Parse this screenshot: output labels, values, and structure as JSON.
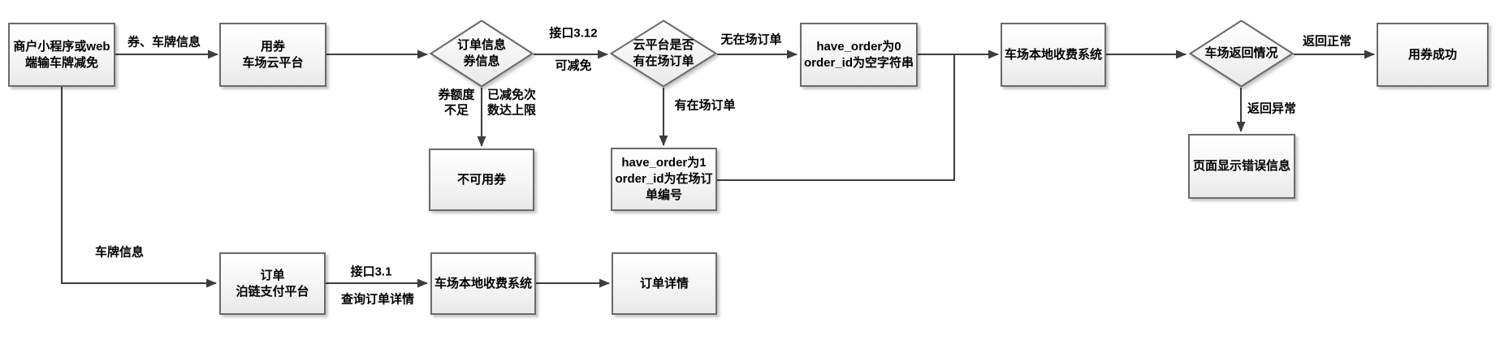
{
  "diagram": {
    "nodes": {
      "merchant": {
        "label": "商户小程序或web\n端输车牌减免"
      },
      "coupon_cloud": {
        "label": "用券\n车场云平台"
      },
      "order_info": {
        "label": "订单信息\n券信息"
      },
      "cloud_has_order": {
        "label": "云平台是否\n有在场订单"
      },
      "have_order_0": {
        "label": "have_order为0\norder_id为空字符串"
      },
      "local_fee_top": {
        "label": "车场本地收费系统"
      },
      "return_status": {
        "label": "车场返回情况"
      },
      "coupon_success": {
        "label": "用券成功"
      },
      "coupon_unavailable": {
        "label": "不可用券"
      },
      "have_order_1": {
        "label": "have_order为1\norder_id为在场订\n单编号"
      },
      "page_error": {
        "label": "页面显示错误信息"
      },
      "order_bolian": {
        "label": "订单\n泊链支付平台"
      },
      "local_fee_bottom": {
        "label": "车场本地收费系统"
      },
      "order_detail": {
        "label": "订单详情"
      }
    },
    "edge_labels": {
      "coupon_plate_info": "券、车牌信息",
      "api_3_12": "接口3.12",
      "deductible": "可减免",
      "quota_insufficient": "券额度\n不足",
      "deduction_limit_reached": "已减免次\n数达上限",
      "no_onsite_order": "无在场订单",
      "has_onsite_order": "有在场订单",
      "return_normal": "返回正常",
      "return_abnormal": "返回异常",
      "plate_info": "车牌信息",
      "api_3_1": "接口3.1",
      "query_order_detail": "查询订单详情"
    },
    "colors": {
      "node_border": "#6a6a6a",
      "node_fill_top": "#ffffff",
      "node_fill_bottom": "#e9e9e9",
      "connector": "#3d3d3d",
      "text": "#000000"
    }
  }
}
